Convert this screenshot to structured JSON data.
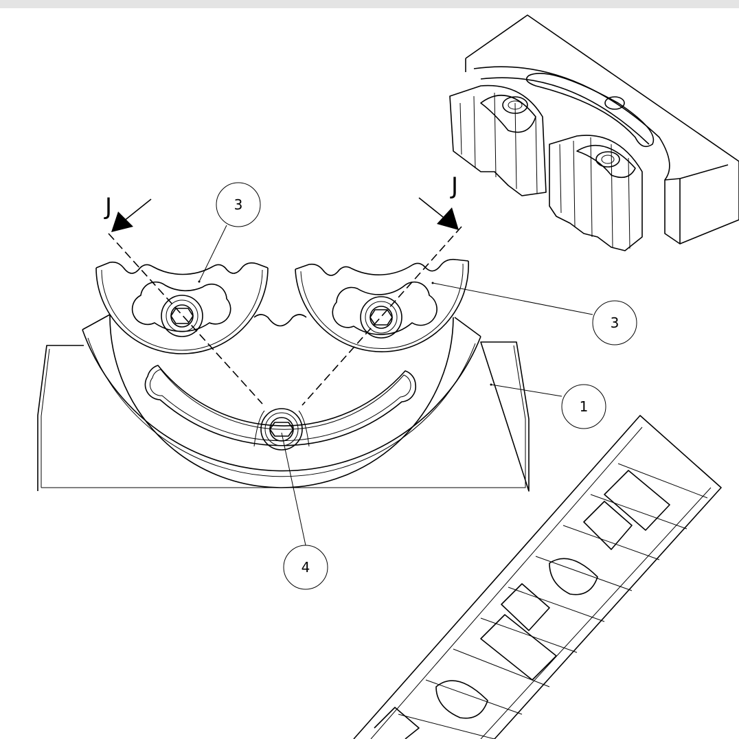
{
  "balloons": [
    {
      "id": "3",
      "label": "3"
    },
    {
      "id": "3b",
      "label": "3"
    },
    {
      "id": "1",
      "label": "1"
    },
    {
      "id": "4",
      "label": "4"
    }
  ],
  "section": {
    "left_label": "J",
    "right_label": "J"
  }
}
